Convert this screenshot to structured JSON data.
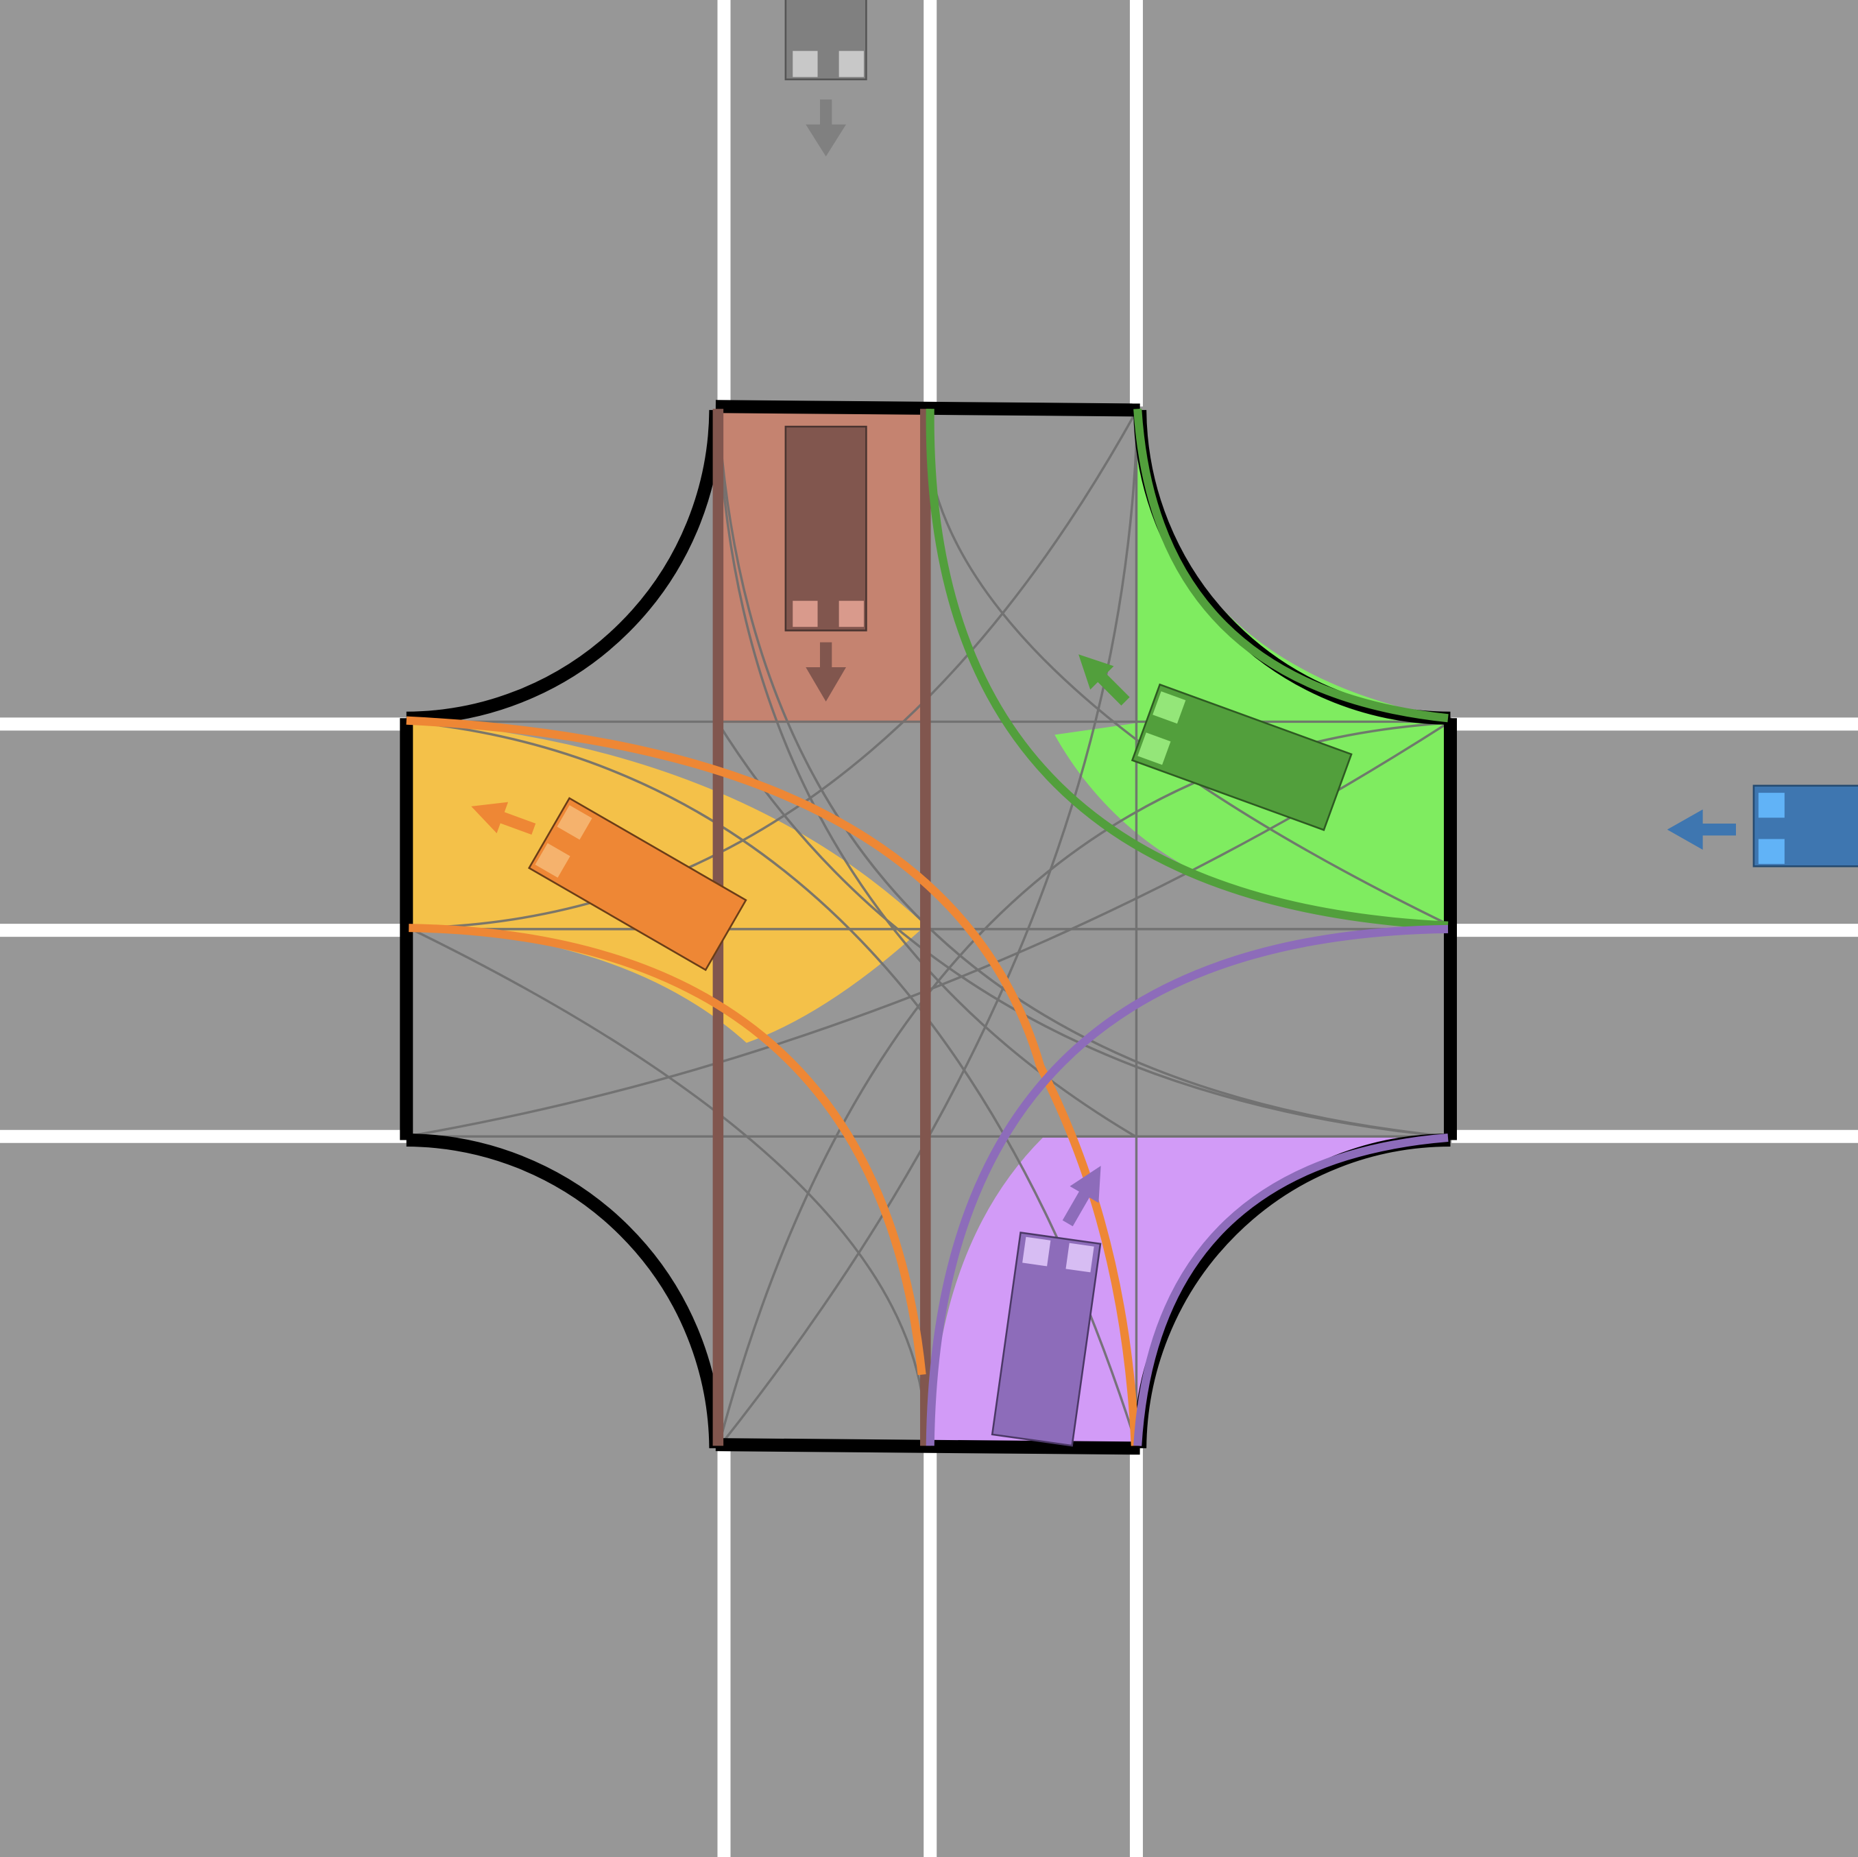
{
  "colors": {
    "asphalt": "#979797",
    "lane_marking": "#ffffff",
    "curb": "#000000",
    "guide_line": "#6e6e6e",
    "brown_zone": "#c58370",
    "brown_vehicle": "#81564e",
    "brown_vehicle_light": "#d99a8c",
    "yellow_zone": "#f4c149",
    "orange_vehicle": "#ee8735",
    "orange_vehicle_light": "#f5b26d",
    "green_zone": "#7fec60",
    "green_vehicle": "#529f3c",
    "green_vehicle_light": "#94e679",
    "purple_zone": "#d29bf7",
    "purple_vehicle": "#8d6cba",
    "purple_vehicle_light": "#d7bdf3",
    "gray_vehicle": "#808080",
    "gray_vehicle_light": "#c8c8c8",
    "blue_vehicle": "#3e76b0",
    "blue_vehicle_light": "#61b3f7"
  },
  "vehicles": [
    {
      "id": "gray-vehicle",
      "approach": "north",
      "state": "waiting",
      "heading": "south",
      "color": "gray"
    },
    {
      "id": "brown-vehicle",
      "approach": "north",
      "state": "in-intersection",
      "heading": "south",
      "maneuver": "straight",
      "color": "brown"
    },
    {
      "id": "orange-vehicle",
      "approach": "south",
      "state": "in-intersection",
      "heading": "west",
      "maneuver": "left-turn",
      "color": "orange"
    },
    {
      "id": "green-vehicle",
      "approach": "east",
      "state": "in-intersection",
      "heading": "north",
      "maneuver": "right-turn",
      "color": "green"
    },
    {
      "id": "purple-vehicle",
      "approach": "south",
      "state": "in-intersection",
      "heading": "east",
      "maneuver": "right-turn",
      "color": "purple"
    },
    {
      "id": "blue-vehicle",
      "approach": "east",
      "state": "waiting",
      "heading": "west",
      "color": "blue"
    }
  ]
}
